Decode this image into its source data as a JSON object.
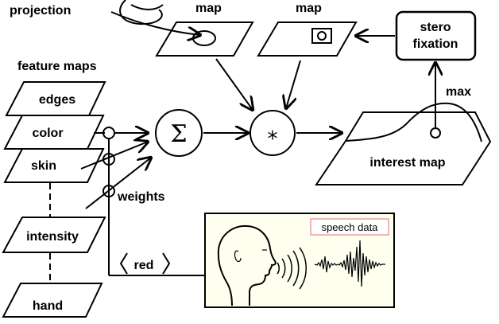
{
  "labels": {
    "projection": "projection",
    "map_left": "map",
    "map_right": "map",
    "stereo_fixation_line1": "stero",
    "stereo_fixation_line2": "fixation",
    "max": "max",
    "feature_maps": "feature maps",
    "edges": "edges",
    "color": "color",
    "skin": "skin",
    "weights": "weights",
    "intensity": "intensity",
    "hand": "hand",
    "interest_map": "interest map",
    "sum_symbol": "Σ",
    "product_symbol": "*",
    "red": "red",
    "speech_data": "speech data"
  },
  "colors": {
    "speech_panel_bg": "#fffff0",
    "speech_label_border": "#e8a0a0"
  }
}
